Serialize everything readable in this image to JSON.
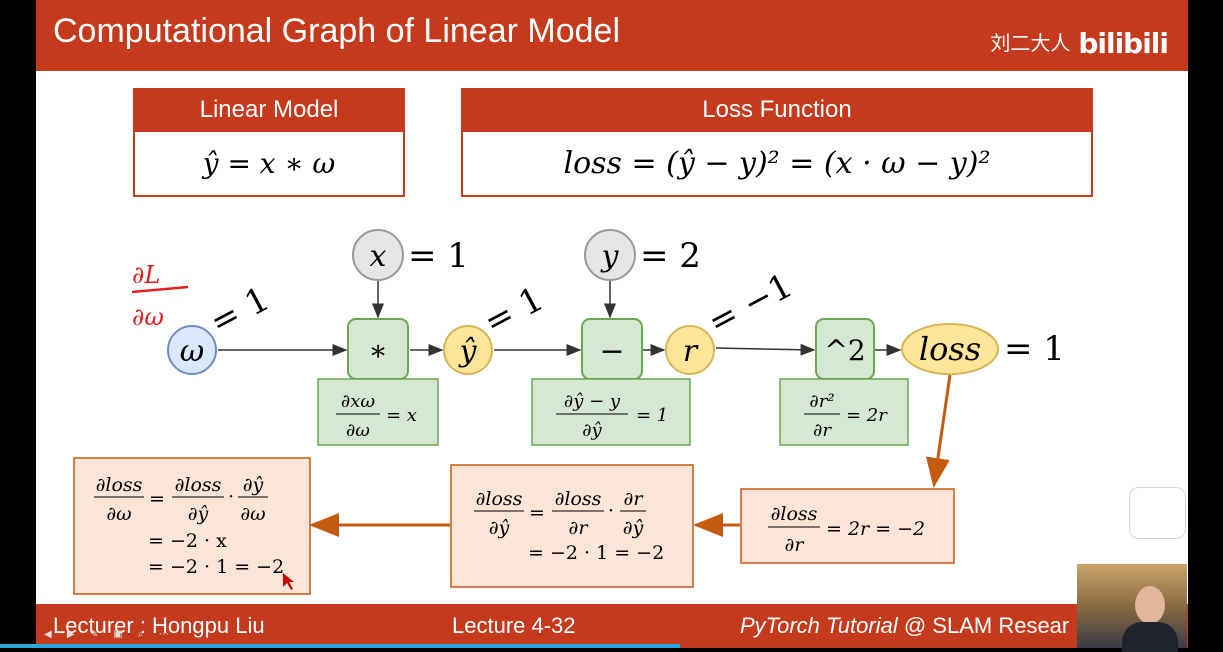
{
  "header": {
    "title": "Computational Graph of Linear Model",
    "channel": "刘二大人",
    "logo_text": "bilibili"
  },
  "linear_model": {
    "heading": "Linear Model",
    "formula": "ŷ = x ∗ ω"
  },
  "loss_function": {
    "heading": "Loss Function",
    "formula": "loss = (ŷ − y)² = (x · ω − y)²"
  },
  "graph": {
    "annotation_handwritten": "∂L/∂ω",
    "inputs": {
      "omega": {
        "symbol": "ω",
        "value": "= 1"
      },
      "x": {
        "symbol": "x",
        "value": "= 1"
      },
      "y": {
        "symbol": "y",
        "value": "= 2"
      }
    },
    "operators": {
      "mul": "∗",
      "sub": "−",
      "pow": "^2"
    },
    "intermediates": {
      "y_hat": {
        "symbol": "ŷ",
        "value": "= 1"
      },
      "r": {
        "symbol": "r",
        "value": "= −1"
      },
      "loss": {
        "symbol": "loss",
        "value": "= 1"
      }
    },
    "local_gradients": {
      "mul": {
        "num": "∂xω",
        "den": "∂ω",
        "rhs": "= x"
      },
      "sub": {
        "num": "∂ŷ − y",
        "den": "∂ŷ",
        "rhs": "= 1"
      },
      "pow": {
        "num": "∂r²",
        "den": "∂r",
        "rhs": "= 2r"
      }
    },
    "backprop": {
      "loss_r": {
        "num": "∂loss",
        "den": "∂r",
        "rhs": "= 2r = −2"
      },
      "loss_yhat": {
        "lhs_num": "∂loss",
        "lhs_den": "∂ŷ",
        "a_num": "∂loss",
        "a_den": "∂r",
        "b_num": "∂r",
        "b_den": "∂ŷ",
        "line2": "= −2 · 1 = −2"
      },
      "loss_omega": {
        "lhs_num": "∂loss",
        "lhs_den": "∂ω",
        "a_num": "∂loss",
        "a_den": "∂ŷ",
        "b_num": "∂ŷ",
        "b_den": "∂ω",
        "line2": "= −2 · x",
        "line3": "= −2 · 1 = −2"
      }
    }
  },
  "footer": {
    "lecturer": "Lecturer : Hongpu Liu",
    "lecture": "Lecture 4-32",
    "tutorial": "PyTorch Tutorial",
    "lab": "@ SLAM Resear"
  },
  "colors": {
    "accent": "#c5391c",
    "green_node_fill": "#d5e8d4",
    "green_node_stroke": "#6aa84f",
    "yellow_node_fill": "#ffe599",
    "yellow_node_stroke": "#d6b656",
    "blue_node_fill": "#dae8fc",
    "blue_node_stroke": "#6c8ebf",
    "orange_box_fill": "#fbe5d6",
    "orange_arrow": "#c55a11"
  },
  "icons": {
    "play": "play-icon",
    "presenter_controls": "presenter-controls"
  }
}
